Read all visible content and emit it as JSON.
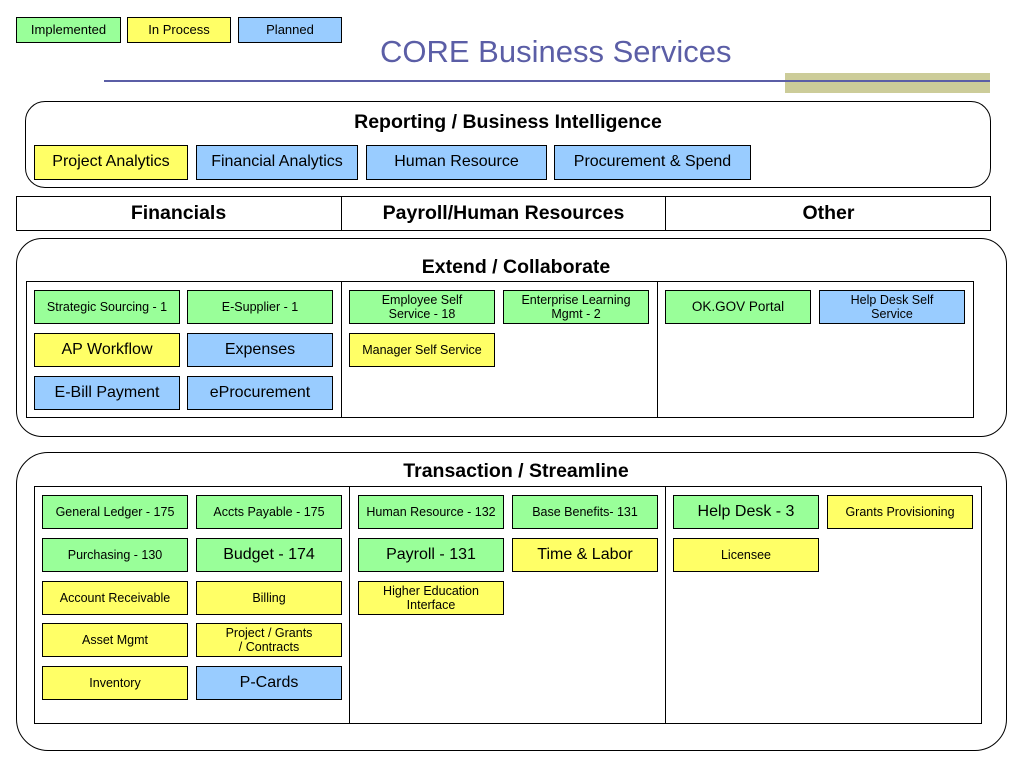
{
  "legend": {
    "implemented": "Implemented",
    "in_process": "In Process",
    "planned": "Planned"
  },
  "colors": {
    "implemented": "#99ff99",
    "in_process": "#ffff66",
    "planned": "#99ccff",
    "title": "#5b5ea6",
    "accent_bar": "#cccc99"
  },
  "title": "CORE Business Services",
  "reporting": {
    "heading": "Reporting / Business Intelligence",
    "items": [
      "Project Analytics",
      "Financial Analytics",
      "Human Resource",
      "Procurement & Spend"
    ]
  },
  "columns": {
    "financials": "Financials",
    "payroll": "Payroll/Human Resources",
    "other": "Other"
  },
  "extend": {
    "heading": "Extend / Collaborate",
    "financials": [
      "Strategic Sourcing - 1",
      "E-Supplier - 1",
      "AP Workflow",
      "Expenses",
      "E-Bill Payment",
      "eProcurement"
    ],
    "payroll": [
      "Employee Self Service - 18",
      "Enterprise Learning Mgmt - 2",
      "Manager Self Service"
    ],
    "other": [
      "OK.GOV Portal",
      "Help Desk Self Service"
    ]
  },
  "transaction": {
    "heading": "Transaction / Streamline",
    "financials": [
      "General Ledger - 175",
      "Accts Payable - 175",
      "Purchasing - 130",
      "Budget - 174",
      "Account Receivable",
      "Billing",
      "Asset Mgmt",
      "Project / Grants / Contracts",
      "Inventory",
      "P-Cards"
    ],
    "payroll": [
      "Human Resource - 132",
      "Base Benefits- 131",
      "Payroll - 131",
      "Time & Labor",
      "Higher Education Interface"
    ],
    "other": [
      "Help Desk - 3",
      "Grants Provisioning",
      "Licensee"
    ]
  }
}
